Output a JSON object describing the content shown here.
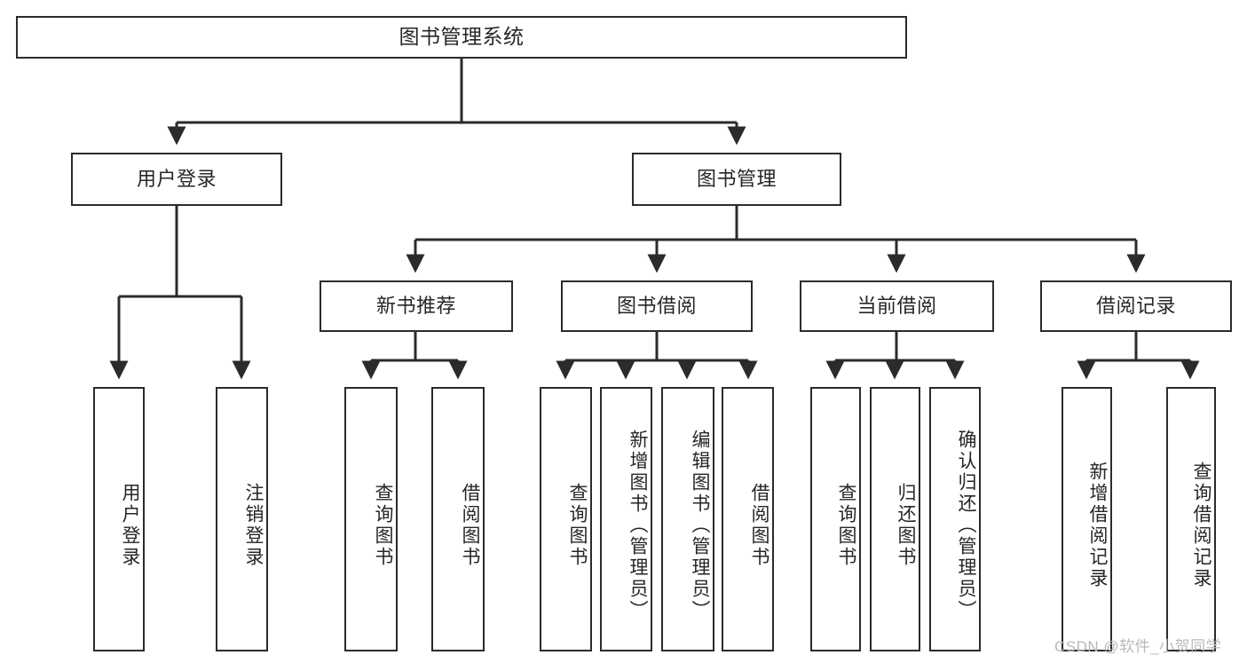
{
  "diagram": {
    "title": "图书管理系统",
    "type": "tree",
    "watermark": "CSDN @软件_小贺同学",
    "colors": {
      "box_border": "#2b2b2b",
      "box_fill": "#ffffff",
      "text": "#262626",
      "connector": "#2b2b2b",
      "watermark": "#b9b9b9",
      "background": "#ffffff"
    },
    "root": {
      "label": "图书管理系统"
    },
    "level2": [
      {
        "label": "用户登录"
      },
      {
        "label": "图书管理"
      }
    ],
    "level3": [
      {
        "label": "新书推荐"
      },
      {
        "label": "图书借阅"
      },
      {
        "label": "当前借阅"
      },
      {
        "label": "借阅记录"
      }
    ],
    "leaves": {
      "user_login": [
        {
          "label": "用户登录"
        },
        {
          "label": "注销登录"
        }
      ],
      "new_book_recommend": [
        {
          "label": "查询图书"
        },
        {
          "label": "借阅图书"
        }
      ],
      "book_borrow": [
        {
          "label": "查询图书"
        },
        {
          "label": "新增图书（管理员）"
        },
        {
          "label": "编辑图书（管理员）"
        },
        {
          "label": "借阅图书"
        }
      ],
      "current_borrow": [
        {
          "label": "查询图书"
        },
        {
          "label": "归还图书"
        },
        {
          "label": "确认归还（管理员）"
        }
      ],
      "borrow_record": [
        {
          "label": "新增借阅记录"
        },
        {
          "label": "查询借阅记录"
        }
      ]
    }
  }
}
